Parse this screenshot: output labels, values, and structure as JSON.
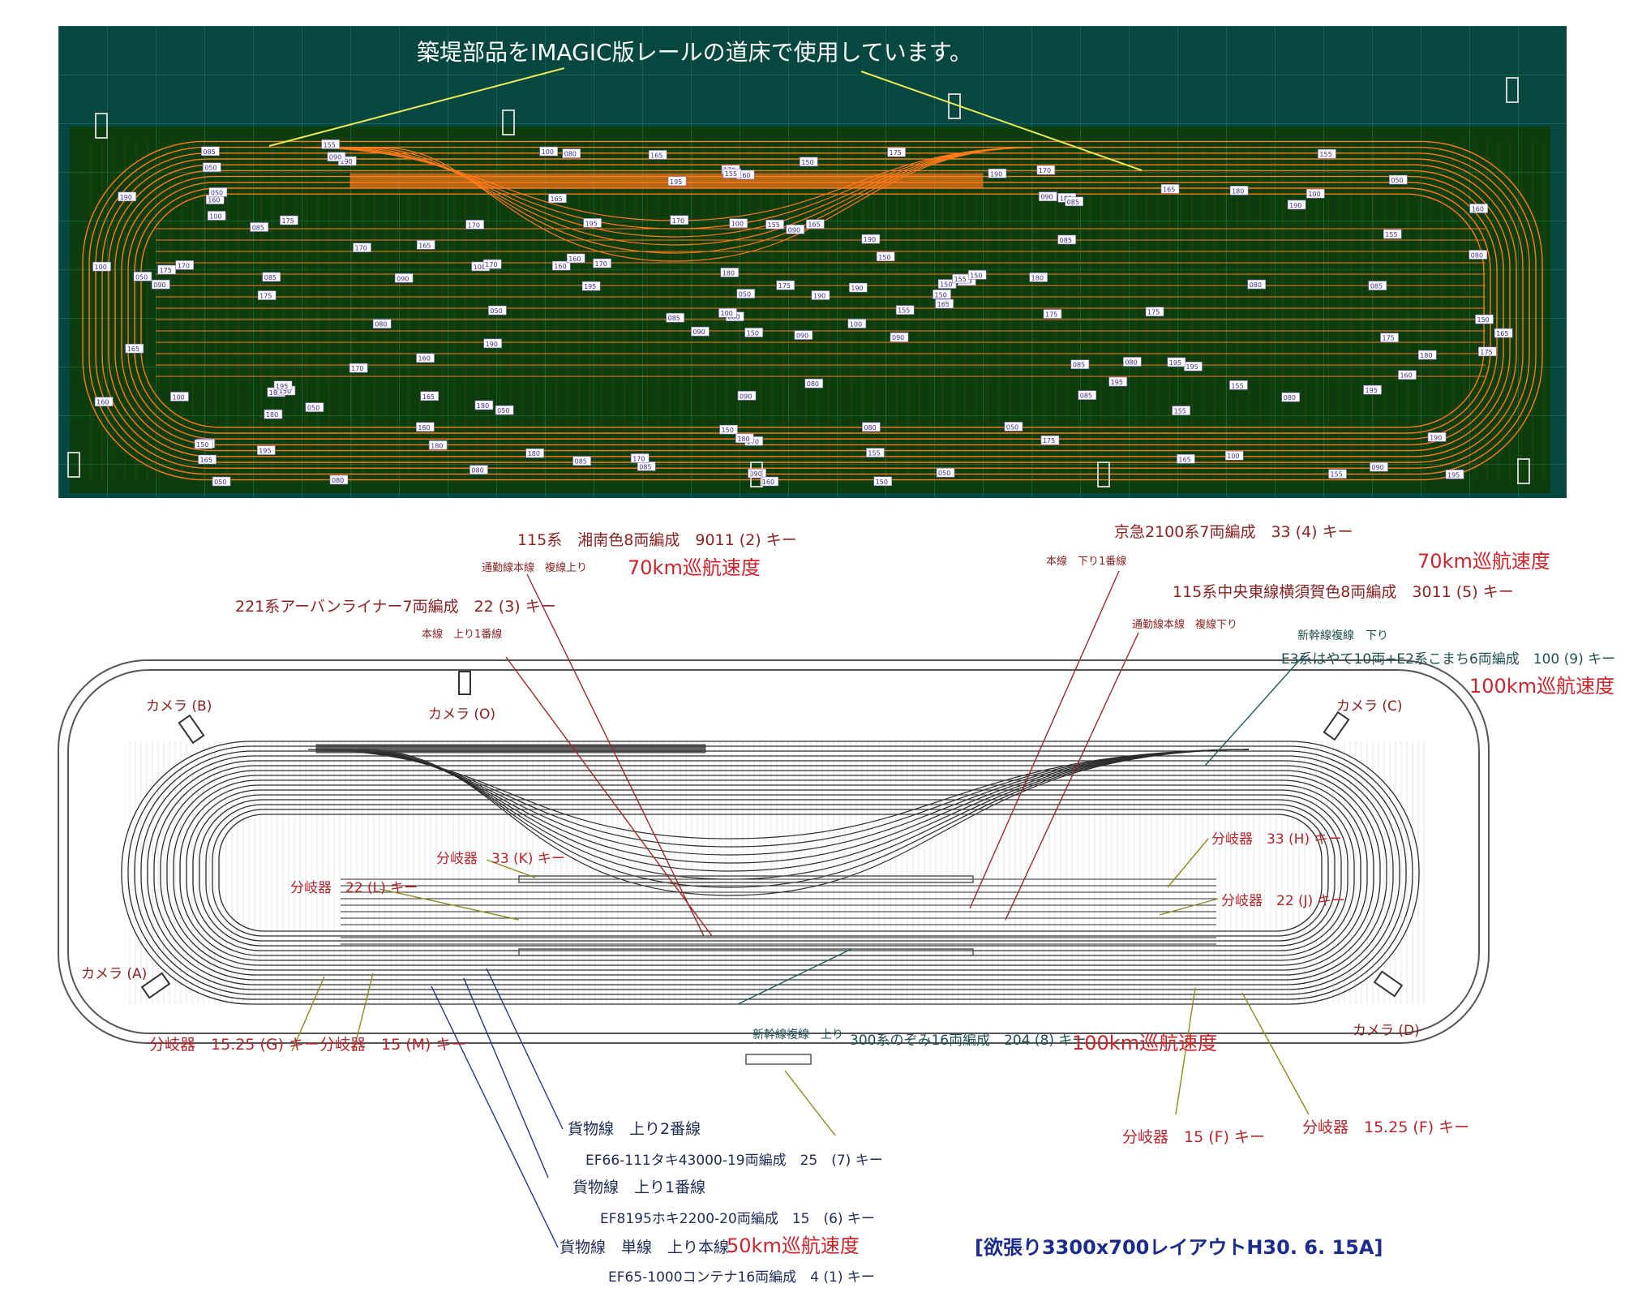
{
  "top_panel": {
    "note": "築堤部品をIMAGIC版レールの道床で使用しています。",
    "track_numbers": [
      "090",
      "085",
      "080",
      "100",
      "150",
      "050",
      "170",
      "165",
      "180",
      "155",
      "190",
      "195",
      "175",
      "160"
    ]
  },
  "trains": {
    "t115_shonan": {
      "label": "115系　湘南色8両編成　9011 (2) キー",
      "line": "通勤線本線　複線上り",
      "speed": "70km巡航速度"
    },
    "t221": {
      "label": "221系アーバンライナー7両編成　22 (3) キー",
      "line": "本線　上り1番線"
    },
    "keikyu": {
      "label": "京急2100系7両編成　33 (4) キー",
      "line": "本線　下り1番線",
      "speed": "70km巡航速度"
    },
    "t115_yokosuka": {
      "label": "115系中央東線横須賀色8両編成　3011 (5) キー",
      "line": "通勤線本線　複線下り"
    },
    "e3": {
      "line": "新幹線複線　下り",
      "label": "E3系はやて10両+E2系こまち6両編成　100 (9) キー",
      "speed": "100km巡航速度"
    },
    "nozomi": {
      "line": "新幹線複線　上り",
      "label": "300系のぞみ16両編成　204 (8) キー",
      "speed": "100km巡航速度"
    },
    "freight2": {
      "line": "貨物線　上り2番線",
      "label": "EF66-111タキ43000-19両編成　25　(7) キー"
    },
    "freight1": {
      "line": "貨物線　上り1番線",
      "label": "EF8195ホキ2200-20両編成　15　(6) キー"
    },
    "freight_single": {
      "line": "貨物線　単線　上り本線",
      "speed": "50km巡航速度",
      "label": "EF65-1000コンテナ16両編成　4 (1) キー"
    }
  },
  "cameras": {
    "o": "カメラ (O)",
    "b": "カメラ (B)",
    "c": "カメラ (C)",
    "a": "カメラ (A)",
    "d": "カメラ (D)"
  },
  "switches": {
    "k": "分岐器　33 (K) キー",
    "l": "分岐器　22 (L) キー",
    "h": "分岐器　33 (H) キー",
    "j": "分岐器　22 (J) キー",
    "g": "分岐器　15.25 (G) キー",
    "m": "分岐器　15 (M) キー",
    "f1": "分岐器　15 (F) キー",
    "f2": "分岐器　15.25 (F) キー"
  },
  "title": "[欲張り3300x700レイアウトH30. 6. 15A]",
  "colors": {
    "panel_bg": "#06473f",
    "inner_bg": "#0c3d0c",
    "track_orange": "#ff7a1a",
    "track_dark": "#2d2d2d",
    "label_red": "#b3262b",
    "speed_red": "#c8252c",
    "leader_blue": "#203a82",
    "leader_olive": "#8a8a20",
    "title_blue": "#1c2c8c"
  }
}
